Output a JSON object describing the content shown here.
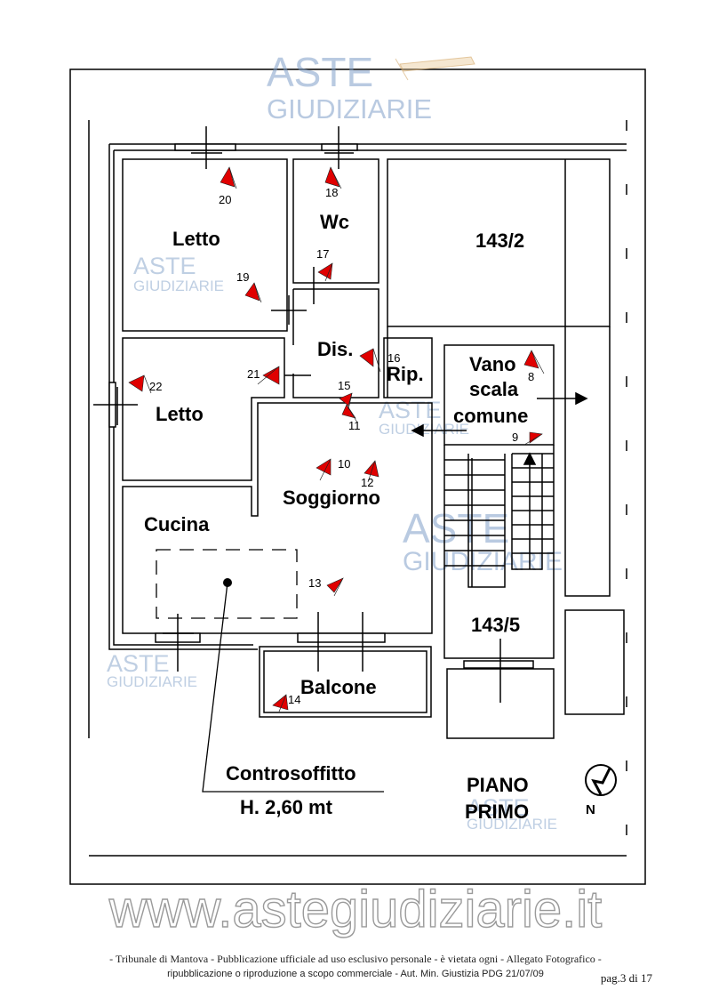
{
  "plan": {
    "rooms": {
      "letto_top": "Letto",
      "wc": "Wc",
      "unit_143_2": "143/2",
      "dis": "Dis.",
      "rip": "Rip.",
      "vano": "Vano",
      "scala": "scala",
      "comune": "comune",
      "letto_left": "Letto",
      "soggiorno": "Soggiorno",
      "cucina": "Cucina",
      "unit_143_5": "143/5",
      "balcone": "Balcone"
    },
    "annotations": {
      "controsoffitto": "Controsoffitto",
      "height": "H. 2,60 mt",
      "piano": "PIANO",
      "primo": "PRIMO",
      "north": "N"
    },
    "photo_points": [
      "8",
      "9",
      "10",
      "11",
      "12",
      "13",
      "14",
      "15",
      "16",
      "17",
      "18",
      "19",
      "20",
      "21",
      "22"
    ]
  },
  "watermark": {
    "aste": "ASTE",
    "giudiziarie": "GIUDIZIARIE",
    "site": "www.astegiudiziarie.it"
  },
  "footer": {
    "line1": "- Tribunale di Mantova - Pubblicazione ufficiale ad uso esclusivo personale - è vietata ogni - Allegato Fotografico -",
    "line2": "ripubblicazione o riproduzione a scopo commerciale - Aut. Min. Giustizia PDG 21/07/09",
    "page": "pag.3 di 17"
  },
  "colors": {
    "marker": "#e00000",
    "watermark": "#7f9fc8",
    "walls": "#000000"
  }
}
